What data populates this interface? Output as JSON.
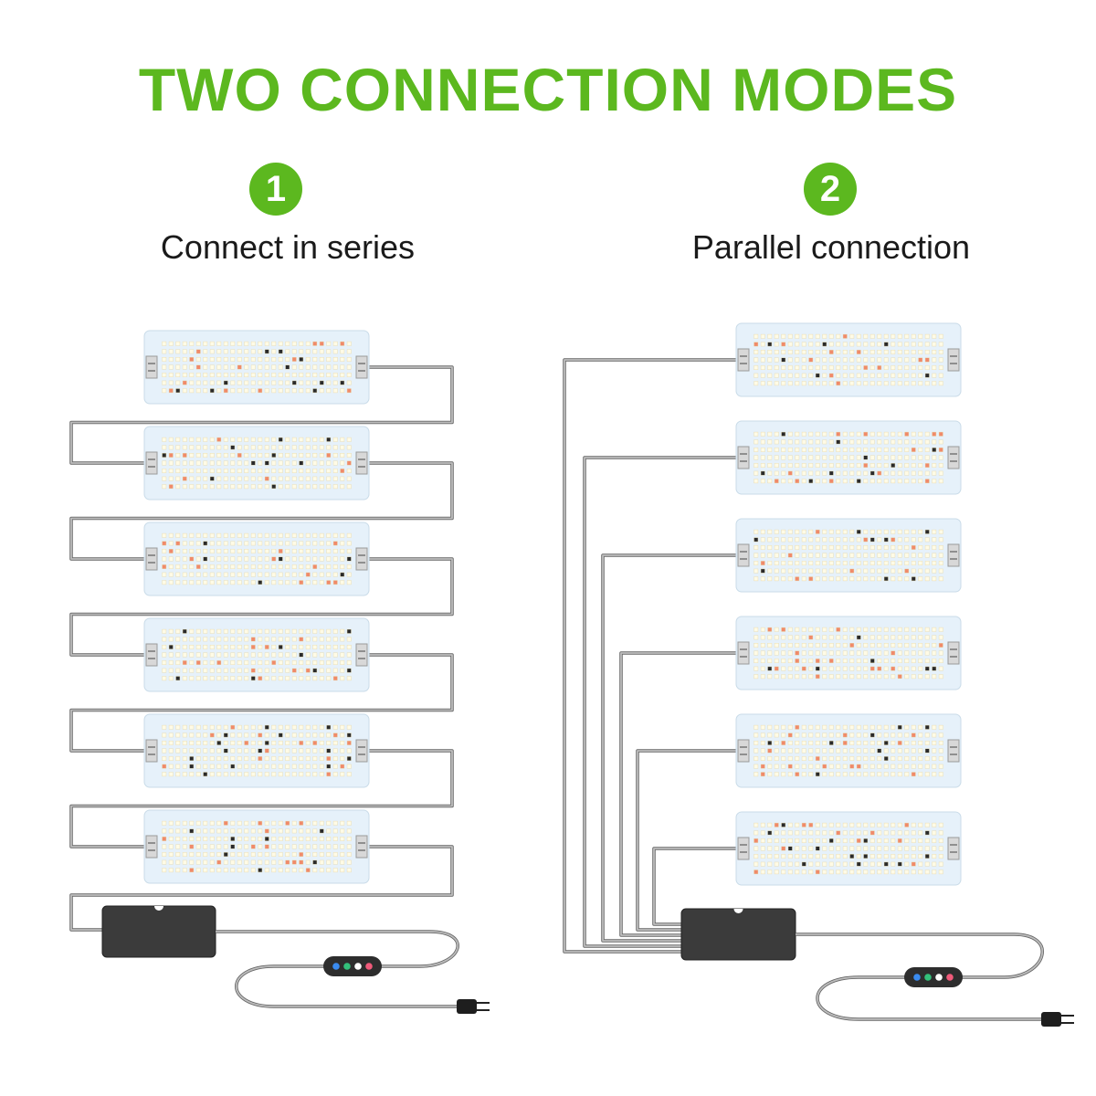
{
  "title": "TWO CONNECTION MODES",
  "modes": [
    {
      "number": "1",
      "label": "Connect in series"
    },
    {
      "number": "2",
      "label": "Parallel connection"
    }
  ],
  "colors": {
    "accent": "#5cb81f",
    "panel": "#e6f1fa",
    "wire": "#8c8c8c",
    "driver": "#3b3b3b",
    "led_white": "#fffbe6",
    "led_red": "#f08a6a"
  },
  "panels_per_mode": 6,
  "controller_buttons": [
    "blue",
    "green",
    "white",
    "red"
  ]
}
